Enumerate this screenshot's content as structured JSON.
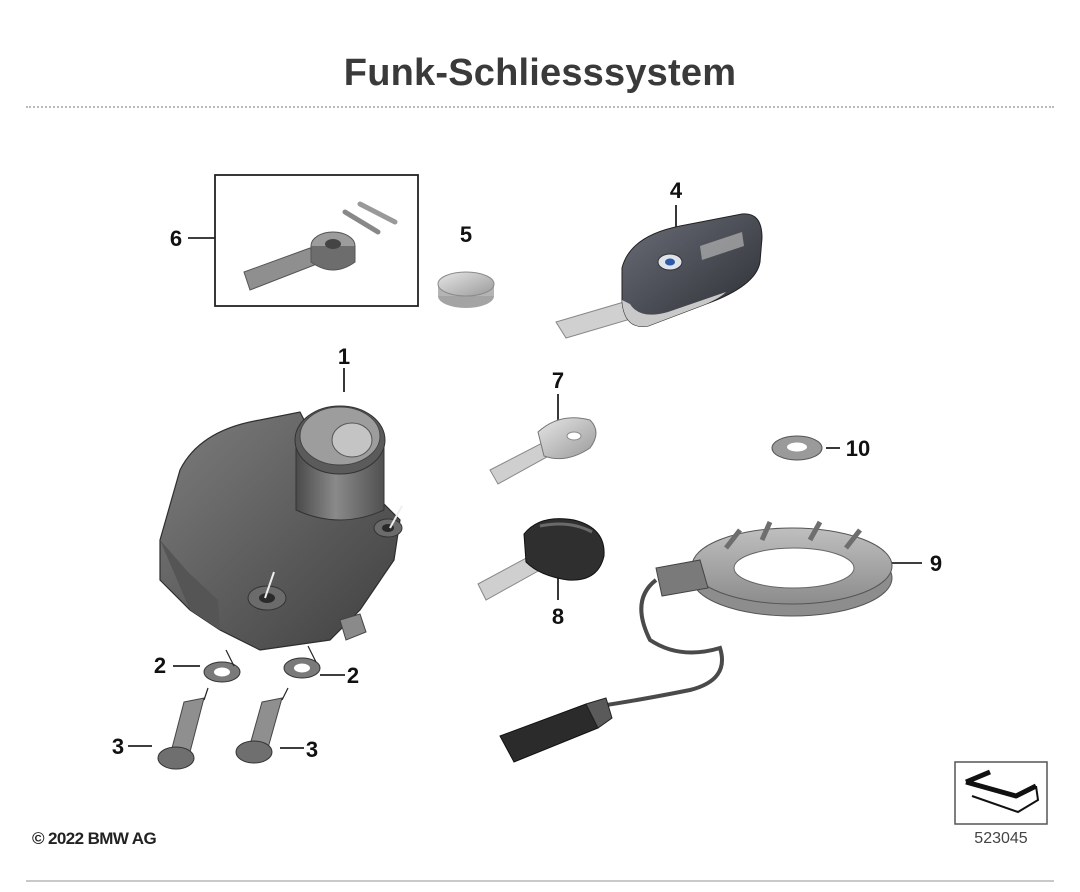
{
  "title": "Funk-Schliesssystem",
  "callouts": [
    {
      "id": "1",
      "label": "1"
    },
    {
      "id": "2a",
      "label": "2"
    },
    {
      "id": "2b",
      "label": "2"
    },
    {
      "id": "3a",
      "label": "3"
    },
    {
      "id": "3b",
      "label": "3"
    },
    {
      "id": "4",
      "label": "4"
    },
    {
      "id": "5",
      "label": "5"
    },
    {
      "id": "6",
      "label": "6"
    },
    {
      "id": "7",
      "label": "7"
    },
    {
      "id": "8",
      "label": "8"
    },
    {
      "id": "9",
      "label": "9"
    },
    {
      "id": "10",
      "label": "10"
    }
  ],
  "footer": {
    "copyright": "© 2022 BMW AG",
    "diagram_number": "523045"
  }
}
